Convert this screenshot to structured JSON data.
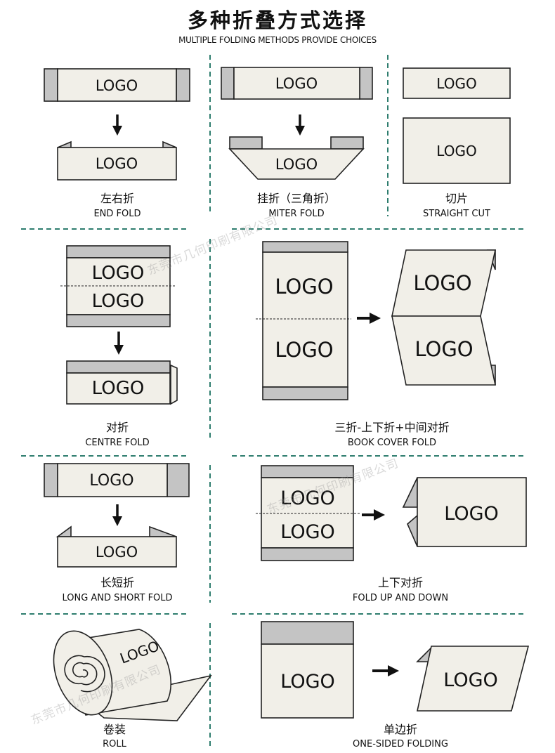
{
  "header": {
    "title": "多种折叠方式选择",
    "subtitle": "MULTIPLE FOLDING METHODS PROVIDE CHOICES"
  },
  "logo_text": "LOGO",
  "colors": {
    "accent_dashed": "#2e7d6e",
    "paper": "#f1efe8",
    "band": "#c4c4c4",
    "outline": "#222222"
  },
  "methods": [
    {
      "cn": "左右折",
      "en": "END FOLD"
    },
    {
      "cn": "挂折（三角折）",
      "en": "MITER FOLD"
    },
    {
      "cn": "切片",
      "en": "STRAIGHT CUT"
    },
    {
      "cn": "对折",
      "en": "CENTRE FOLD"
    },
    {
      "cn": "三折-上下折+中间对折",
      "en": "BOOK COVER FOLD"
    },
    {
      "cn": "长短折",
      "en": "LONG AND SHORT FOLD"
    },
    {
      "cn": "上下对折",
      "en": "FOLD UP AND DOWN"
    },
    {
      "cn": "卷装",
      "en": "ROLL"
    },
    {
      "cn": "单边折",
      "en": "ONE-SIDED FOLDING"
    }
  ],
  "watermark": "东莞市几何印刷有限公司"
}
